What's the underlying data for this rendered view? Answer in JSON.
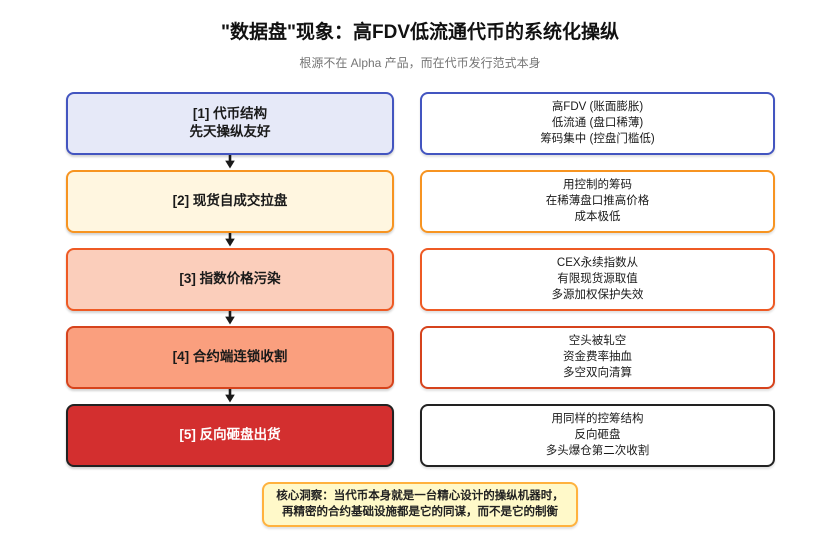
{
  "title": "\"数据盘\"现象：高FDV低流通代币的系统化操纵",
  "subtitle": "根源不在 Alpha 产品，而在代币发行范式本身",
  "arrow_color": "#1a1a1a",
  "steps": [
    {
      "label_lines": [
        "[1] 代币结构",
        "先天操纵友好"
      ],
      "detail_lines": [
        "高FDV (账面膨胀)",
        "低流通 (盘口稀薄)",
        "筹码集中 (控盘门槛低)"
      ],
      "fill": "#E6E9F8",
      "border": "#4355C0",
      "text_color": "#1a1a1a"
    },
    {
      "label_lines": [
        "[2] 现货自成交拉盘"
      ],
      "detail_lines": [
        "用控制的筹码",
        "在稀薄盘口推高价格",
        "成本极低"
      ],
      "fill": "#FFF6E0",
      "border": "#F79421",
      "text_color": "#1a1a1a"
    },
    {
      "label_lines": [
        "[3] 指数价格污染"
      ],
      "detail_lines": [
        "CEX永续指数从",
        "有限现货源取值",
        "多源加权保护失效"
      ],
      "fill": "#FBCEBB",
      "border": "#EE5A24",
      "text_color": "#1a1a1a"
    },
    {
      "label_lines": [
        "[4] 合约端连锁收割"
      ],
      "detail_lines": [
        "空头被轧空",
        "资金费率抽血",
        "多空双向清算"
      ],
      "fill": "#FA9F7E",
      "border": "#D6431C",
      "text_color": "#1a1a1a"
    },
    {
      "label_lines": [
        "[5] 反向砸盘出货"
      ],
      "detail_lines": [
        "用同样的控筹结构",
        "反向砸盘",
        "多头爆仓第二次收割"
      ],
      "fill": "#D32F2F",
      "border": "#222222",
      "text_color": "#ffffff"
    }
  ],
  "note_lines": [
    "核心洞察：当代币本身就是一台精心设计的操纵机器时，",
    "再精密的合约基础设施都是它的同谋，而不是它的制衡"
  ],
  "note_colors": {
    "fill": "#FFF9C9",
    "border": "#FFB23E"
  }
}
